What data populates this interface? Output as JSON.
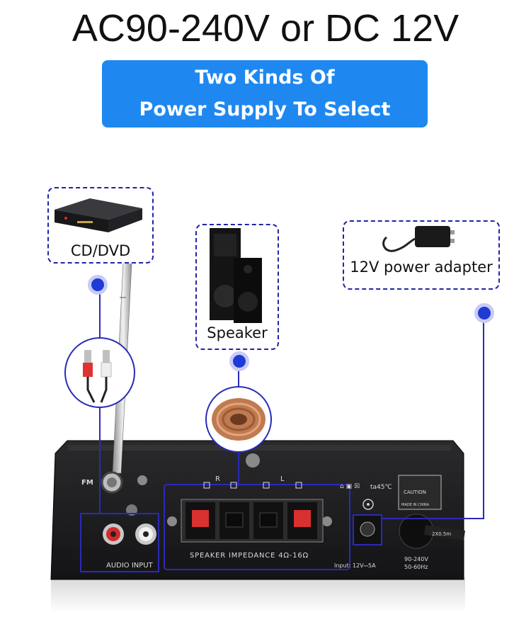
{
  "headline": "AC90-240V or DC 12V",
  "banner": {
    "line1": "Two Kinds Of",
    "line2": "Power Supply To Select"
  },
  "boxes": {
    "cd_dvd": "CD/DVD",
    "speaker": "Speaker",
    "adapter": "12V power adapter"
  },
  "amp": {
    "fm": "FM",
    "audio_input": "AUDIO INPUT",
    "channel_r": "R",
    "channel_l": "L",
    "speaker_impedance": "SPEAKER IMPEDANCE 4Ω-16Ω",
    "temp": "ta45℃",
    "input_rating": "Input: 12V⎓5A",
    "ac_rating_1": "90-240V",
    "ac_rating_2": "50-60Hz",
    "caution": "CAUTION",
    "made_in": "MADE IN CHINA",
    "cable_mark": "2X0.5m"
  },
  "colors": {
    "banner": "#1e88f0",
    "dashed_border": "#2323a8",
    "dot": "#1f3bd6",
    "amp_body": "#1b1b1d"
  }
}
